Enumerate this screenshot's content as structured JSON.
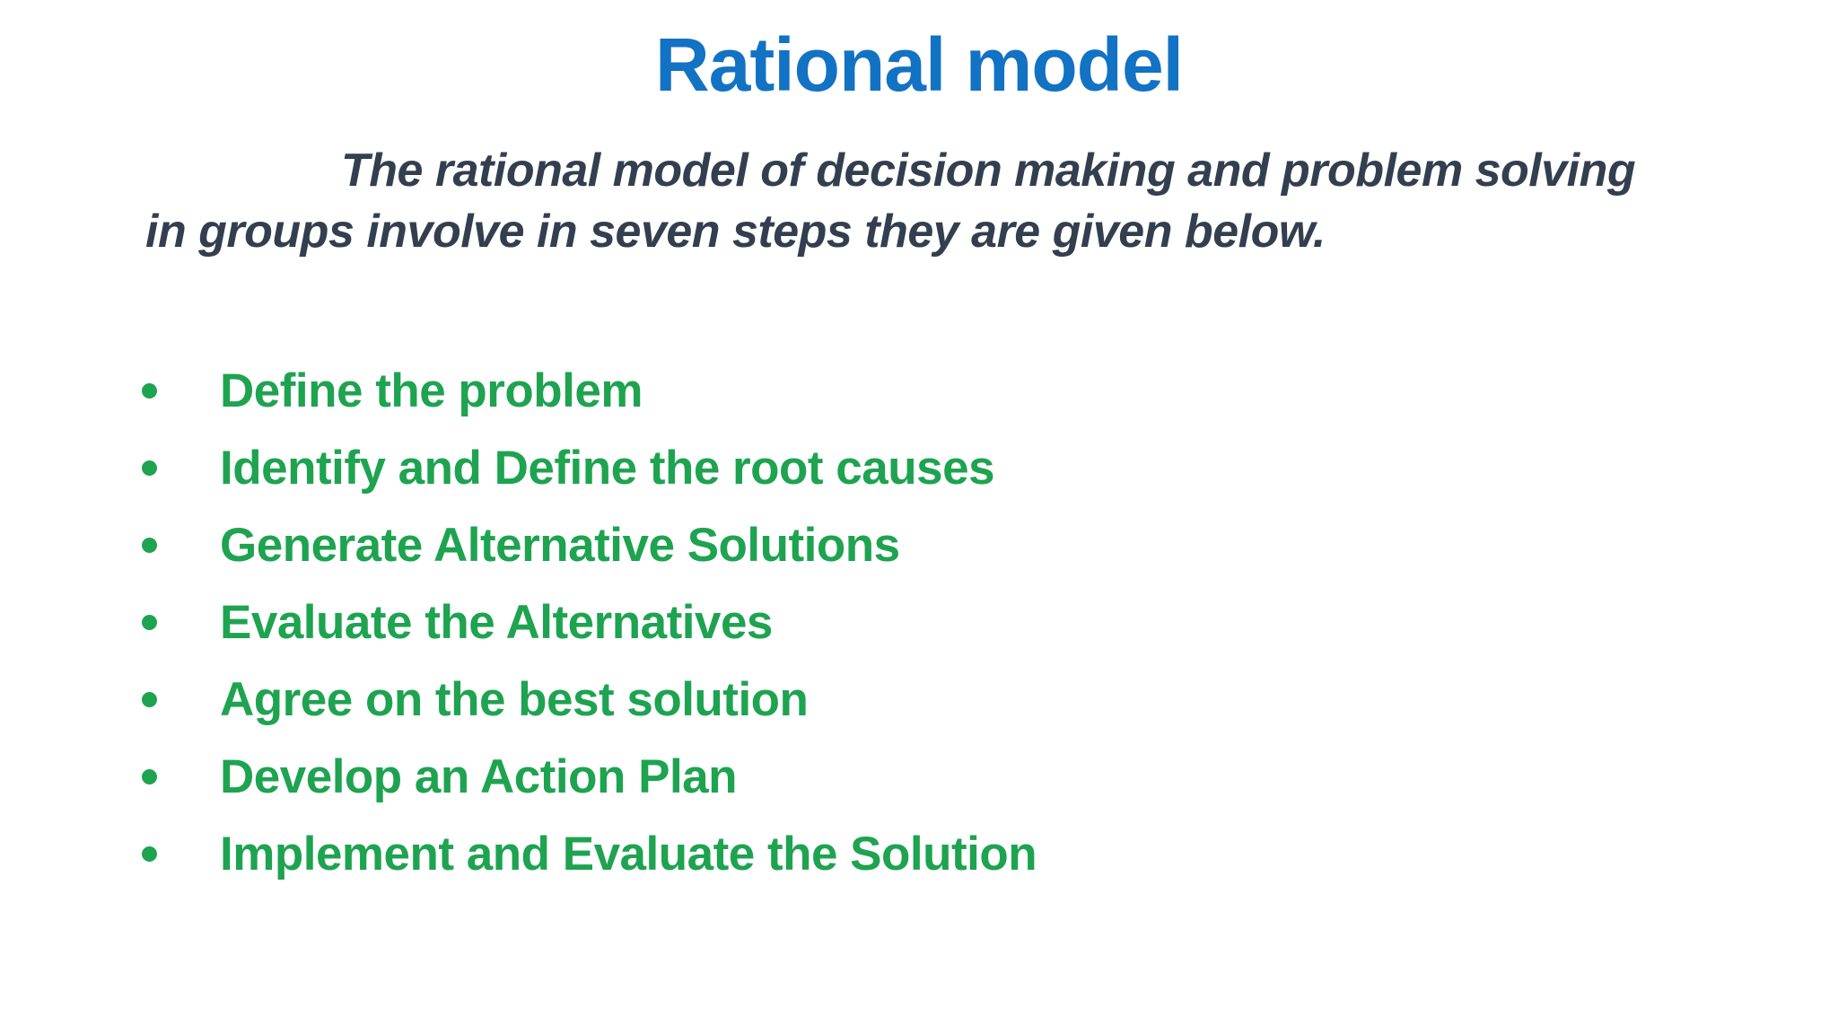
{
  "slide": {
    "title": "Rational model",
    "intro": {
      "line1": "The rational model of decision making and problem solving",
      "line2": "in groups involve in seven steps they are given below."
    },
    "bullets": [
      "Define the problem",
      "Identify and Define the root causes",
      "Generate Alternative Solutions",
      "Evaluate the Alternatives",
      "Agree on the best solution",
      "Develop an Action Plan",
      "Implement and Evaluate the Solution"
    ],
    "colors": {
      "title": "#1272C3",
      "intro_text": "#333F4F",
      "bullet_text": "#1EA350",
      "background": "#FFFFFF"
    }
  }
}
